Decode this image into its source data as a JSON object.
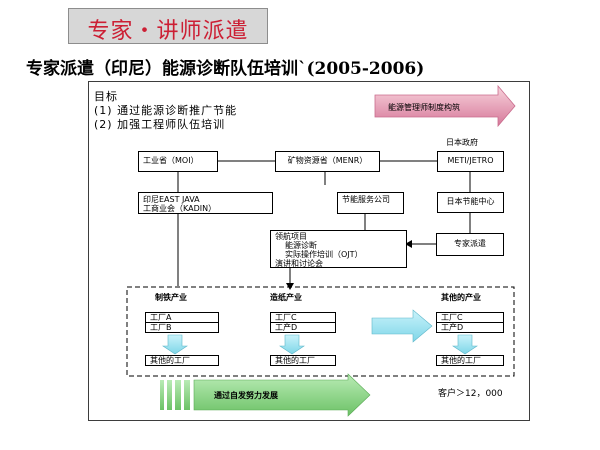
{
  "header": {
    "banner": "专家・讲师派遣",
    "subtitle": "专家派遣（印尼）能源诊断队伍培训`(2005-2006)"
  },
  "goals": {
    "title": "目标",
    "item1": "(1) 通过能源诊断推广节能",
    "item2": "(2) 加强工程师队伍培训"
  },
  "diagram": {
    "arrow_label": "能源管理师制度构筑",
    "japan_gov": "日本政府",
    "mof": "工业省（MOI）",
    "menr": "矿物资源省（MENR）",
    "meti": "METI/JETRO",
    "kadin_line1": "印尼EAST JAVA",
    "kadin_line2": "工商业会（KADIN）",
    "esco": "节能服务公司",
    "eccj": "日本节能中心",
    "pilot_title": "领航项目",
    "pilot_1": "能源诊断",
    "pilot_2": "实际操作培训（OJT）",
    "pilot_3": "演讲和讨论会",
    "experts": "专家派遣",
    "industry_steel": "制铁产业",
    "industry_paper": "造纸产业",
    "industry_other": "其他的产业",
    "factory_a": "工厂A",
    "factory_b": "工厂B",
    "factory_c1": "工厂C",
    "factory_d1": "工产D",
    "factory_c2": "工厂C",
    "factory_d2": "工产D",
    "other_factory_1": "其他的工厂",
    "other_factory_2": "其他的工厂",
    "other_factory_3": "其他的工厂",
    "bottom_arrow": "通过自发努力发展",
    "customers": "客户＞12，000"
  },
  "colors": {
    "banner_text": "#cc1f34",
    "pink_arrow_top": "#f6c6d2",
    "pink_arrow_bottom": "#d6789a",
    "green_arrow": "#8fd48b",
    "cyan_arrow": "#9fe3f0"
  }
}
